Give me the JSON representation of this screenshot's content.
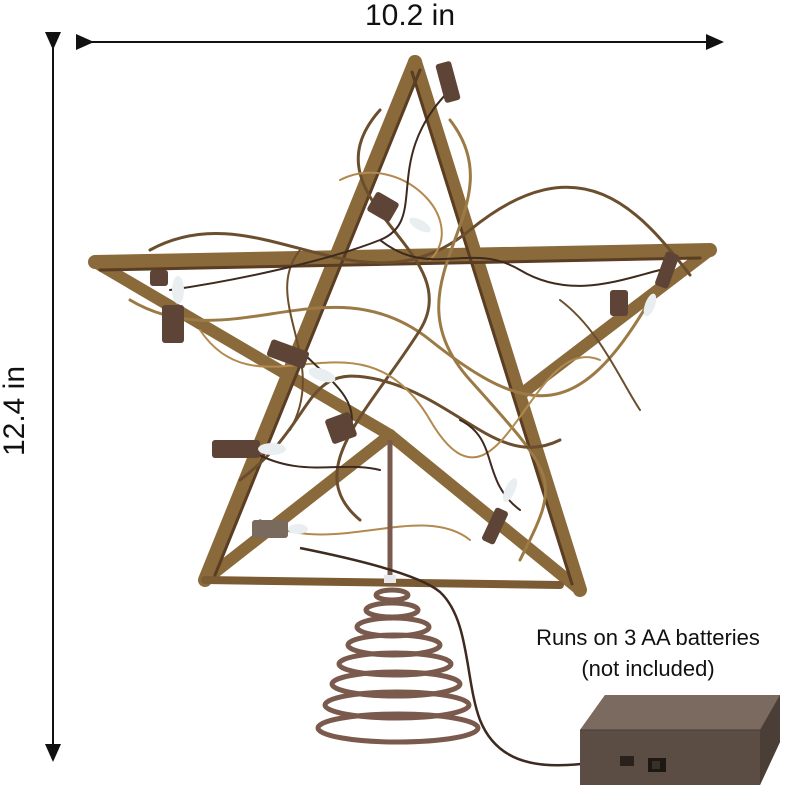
{
  "dimensions": {
    "width_label": "10.2 in",
    "height_label": "12.4 in"
  },
  "caption": {
    "line1": "Runs on 3 AA batteries",
    "line2": "(not included)"
  },
  "colors": {
    "vine": "#8a6a3a",
    "vine_dark": "#5a3d22",
    "wire": "#3e2a1e",
    "bulb_base": "#5e4436",
    "bulb_glass": "#e9eef0",
    "spiral": "#7a5a4c",
    "battery_box": "#5c4d44"
  },
  "icons": [
    "star-tree-topper",
    "spiral-stand",
    "battery-box-icon",
    "arrow-horizontal",
    "arrow-vertical"
  ]
}
